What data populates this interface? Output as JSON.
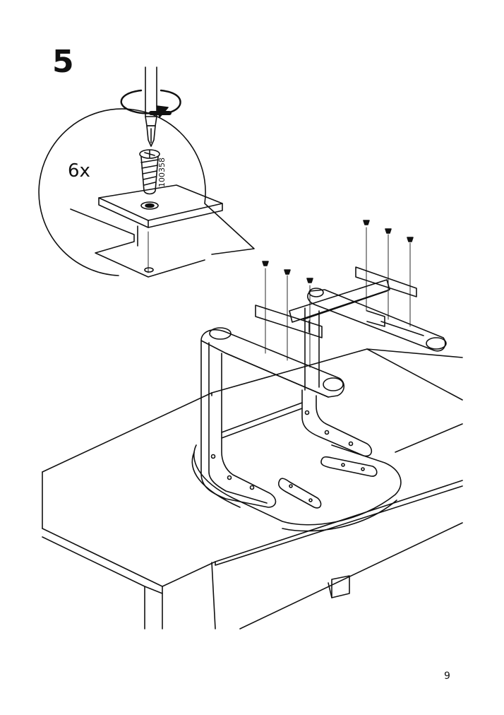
{
  "step": {
    "number": "5"
  },
  "detail": {
    "quantity": "6x",
    "part_number": "100358"
  },
  "page": {
    "number": "9"
  },
  "icons": [
    "screwdriver-icon",
    "rotation-arrow-icon",
    "screw-icon"
  ]
}
